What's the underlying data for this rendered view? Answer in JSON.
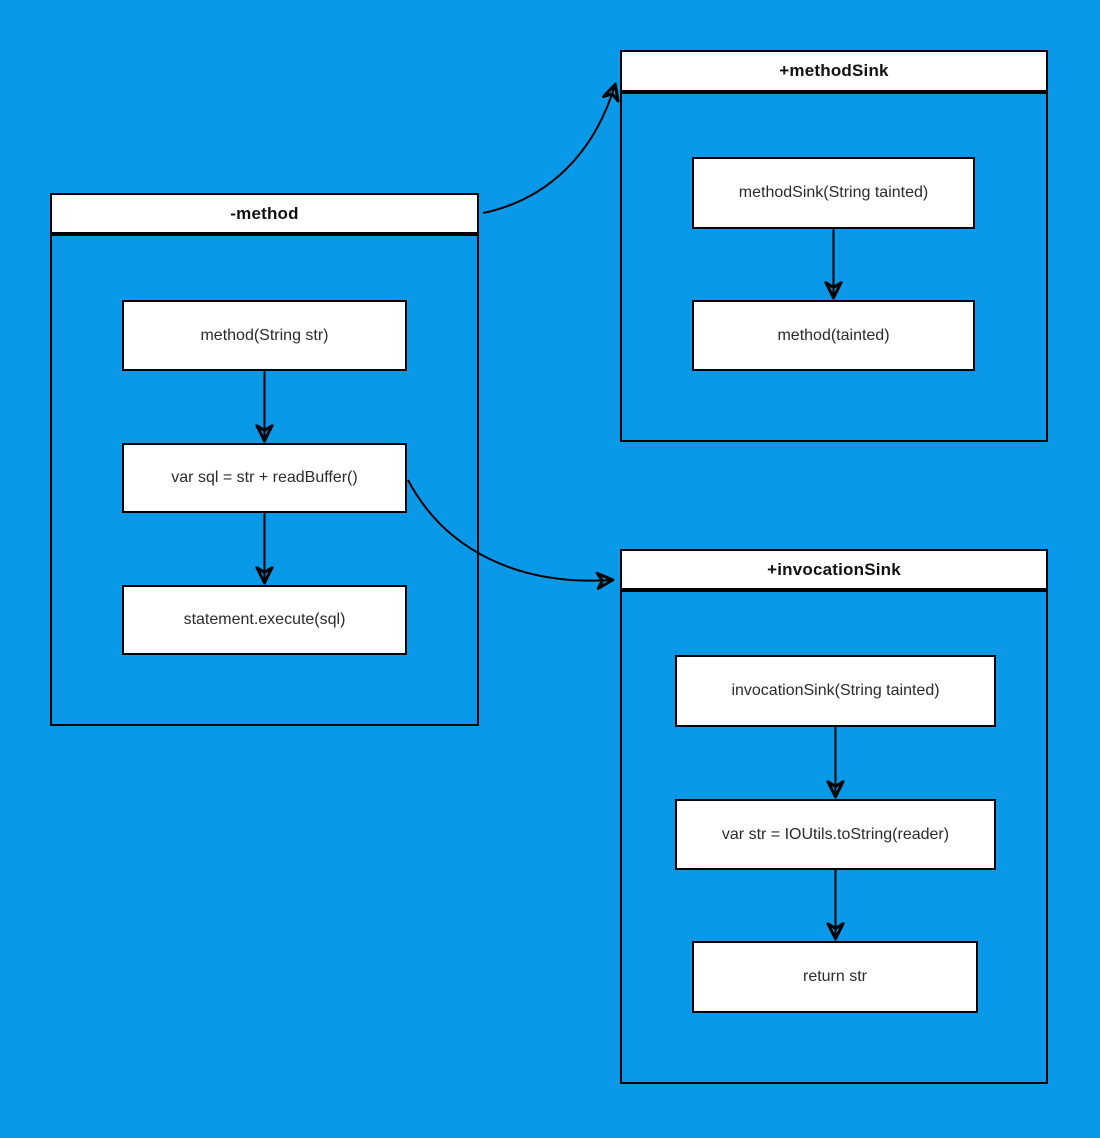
{
  "canvas": {
    "background_color": "#0A99E8",
    "box_fill_color": "#ffffff",
    "stroke_color": "#000000"
  },
  "groups": [
    {
      "id": "method",
      "title": "-method",
      "nodes": [
        {
          "label": "method(String str)"
        },
        {
          "label": "var sql = str + readBuffer()"
        },
        {
          "label": "statement.execute(sql)"
        }
      ]
    },
    {
      "id": "methodSink",
      "title": "+methodSink",
      "nodes": [
        {
          "label": "methodSink(String tainted)"
        },
        {
          "label": "method(tainted)"
        }
      ]
    },
    {
      "id": "invocationSink",
      "title": "+invocationSink",
      "nodes": [
        {
          "label": "invocationSink(String tainted)"
        },
        {
          "label": "var str = IOUtils.toString(reader)"
        },
        {
          "label": "return str"
        }
      ]
    }
  ],
  "edges": [
    {
      "from": "method(String str)",
      "to": "var sql = str + readBuffer()",
      "type": "straight"
    },
    {
      "from": "var sql = str + readBuffer()",
      "to": "statement.execute(sql)",
      "type": "straight"
    },
    {
      "from": "methodSink(String tainted)",
      "to": "method(tainted)",
      "type": "straight"
    },
    {
      "from": "invocationSink(String tainted)",
      "to": "var str = IOUtils.toString(reader)",
      "type": "straight"
    },
    {
      "from": "var str = IOUtils.toString(reader)",
      "to": "return str",
      "type": "straight"
    },
    {
      "from": "-method",
      "to": "+methodSink",
      "type": "curved"
    },
    {
      "from": "var sql = str + readBuffer()",
      "to": "+invocationSink",
      "type": "curved"
    }
  ]
}
